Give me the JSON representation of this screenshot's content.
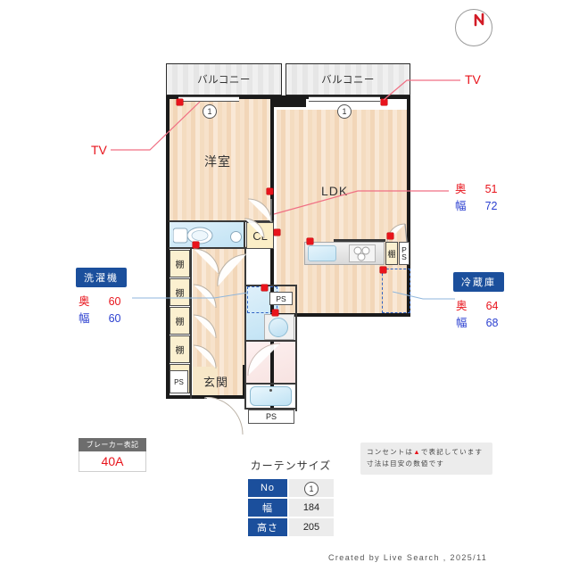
{
  "meta": {
    "credit": "Created by Live Search , 2025/11",
    "compass_letter": "N"
  },
  "plan": {
    "balconies": [
      {
        "label": "バルコニー"
      },
      {
        "label": "バルコニー"
      }
    ],
    "window_numbers": [
      "1",
      "1"
    ],
    "rooms": [
      {
        "name": "洋室"
      },
      {
        "name": "LDK"
      },
      {
        "name": "玄関"
      }
    ],
    "boxes": {
      "closet": "CL",
      "shelves": [
        "棚",
        "棚",
        "棚",
        "棚"
      ],
      "kitchen_shelf": "棚",
      "ps_kitchen": "PS",
      "ps_entry": "PS",
      "ps_washroom": "PS",
      "ps_bath": "PS"
    }
  },
  "callouts": {
    "tv_left": {
      "label": "TV"
    },
    "tv_right": {
      "label": "TV"
    },
    "closet": {
      "depth_key": "奥",
      "depth_value": "51",
      "width_key": "幅",
      "width_value": "72"
    },
    "washer": {
      "title": "洗濯機",
      "depth_key": "奥",
      "depth_value": "60",
      "width_key": "幅",
      "width_value": "60"
    },
    "fridge": {
      "title": "冷蔵庫",
      "depth_key": "奥",
      "depth_value": "64",
      "width_key": "幅",
      "width_value": "68"
    }
  },
  "breaker": {
    "title": "ブレーカー表記",
    "value": "40A"
  },
  "curtain": {
    "title": "カーテンサイズ",
    "rows": [
      {
        "key": "No",
        "value": "1"
      },
      {
        "key": "幅",
        "value": "184"
      },
      {
        "key": "高さ",
        "value": "205"
      }
    ]
  },
  "note": {
    "line1_pre": "コンセントは",
    "line1_mark": "▲",
    "line1_post": "で表記しています",
    "line2": "寸法は目安の数値です"
  },
  "colors": {
    "outlet_red": "#e8141c",
    "badge_blue": "#1b4f9c",
    "depth_red": "#e8141c",
    "width_blue": "#2b3fd0"
  }
}
